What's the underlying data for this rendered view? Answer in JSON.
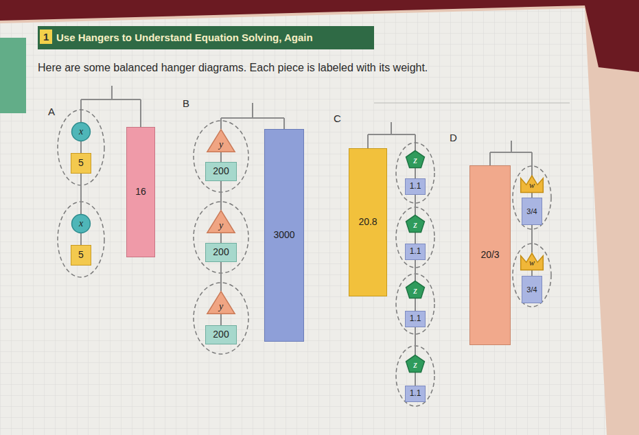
{
  "diagram": {
    "title": "Use Hangers to Understand Equation Solving, Again",
    "nodes": [
      {
        "text": [
          "x"
        ]
      },
      {
        "text": [
          "5"
        ]
      },
      {
        "text": [
          "x"
        ]
      },
      {
        "text": [
          "5"
        ]
      },
      {
        "text": [
          "16"
        ]
      },
      {
        "text": [
          "y"
        ]
      },
      {
        "text": [
          "200"
        ]
      },
      {
        "text": [
          "y"
        ]
      },
      {
        "text": [
          "200"
        ]
      },
      {
        "text": [
          "y"
        ]
      },
      {
        "text": [
          "200"
        ]
      },
      {
        "text": [
          "3000"
        ]
      },
      {
        "text": [
          "20.8"
        ]
      },
      {
        "text": [
          "z"
        ]
      },
      {
        "text": [
          "1.1"
        ]
      },
      {
        "text": [
          "z"
        ]
      },
      {
        "text": [
          "1.1"
        ]
      },
      {
        "text": [
          "z"
        ]
      },
      {
        "text": [
          "1.1"
        ]
      },
      {
        "text": [
          "z"
        ]
      },
      {
        "text": [
          "1.1"
        ]
      },
      {
        "text": [
          "20/3"
        ]
      },
      {
        "text": [
          "w"
        ]
      },
      {
        "text": [
          "3/4"
        ]
      },
      {
        "text": [
          "w"
        ]
      },
      {
        "text": [
          "3/4"
        ]
      }
    ],
    "edges": [
      {
        "from": 0,
        "to": 1,
        "arrow": "none"
      },
      {
        "from": 1,
        "to": 2,
        "arrow": "none"
      },
      {
        "from": 2,
        "to": 3,
        "arrow": "none"
      },
      {
        "from": 5,
        "to": 6,
        "arrow": "none"
      },
      {
        "from": 6,
        "to": 7,
        "arrow": "none"
      },
      {
        "from": 7,
        "to": 8,
        "arrow": "none"
      },
      {
        "from": 8,
        "to": 9,
        "arrow": "none"
      },
      {
        "from": 9,
        "to": 10,
        "arrow": "none"
      },
      {
        "from": 13,
        "to": 14,
        "arrow": "none"
      },
      {
        "from": 14,
        "to": 15,
        "arrow": "none"
      },
      {
        "from": 15,
        "to": 16,
        "arrow": "none"
      },
      {
        "from": 16,
        "to": 17,
        "arrow": "none"
      },
      {
        "from": 17,
        "to": 18,
        "arrow": "none"
      },
      {
        "from": 18,
        "to": 19,
        "arrow": "none"
      },
      {
        "from": 19,
        "to": 20,
        "arrow": "none"
      },
      {
        "from": 22,
        "to": 23,
        "arrow": "none"
      },
      {
        "from": 23,
        "to": 24,
        "arrow": "none"
      },
      {
        "from": 24,
        "to": 25,
        "arrow": "none"
      }
    ],
    "labels": [
      "1",
      "Here are some balanced hanger diagrams. Each piece is labeled with its weight.",
      "A",
      "B",
      "C",
      "D"
    ]
  }
}
